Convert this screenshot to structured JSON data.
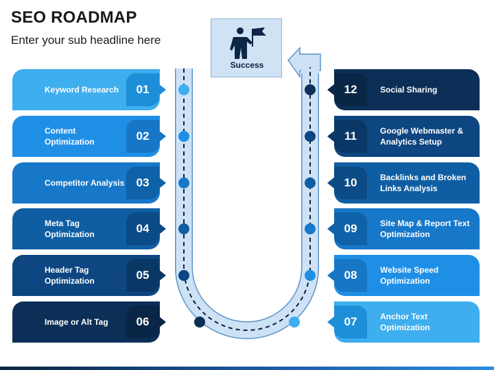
{
  "header": {
    "title": "SEO ROADMAP",
    "subtitle": "Enter your sub headline here"
  },
  "goal": {
    "label": "Success",
    "icon": "businessman-with-flag-icon"
  },
  "left_steps": [
    {
      "number": "01",
      "label": "Keyword Research",
      "color": "#3eaeee",
      "tab_color": "#1d8fd9"
    },
    {
      "number": "02",
      "label": "Content Optimization",
      "color": "#1f8fe6",
      "tab_color": "#1776c6"
    },
    {
      "number": "03",
      "label": "Competitor Analysis",
      "color": "#1778c9",
      "tab_color": "#0f62a8"
    },
    {
      "number": "04",
      "label": "Meta Tag Optimization",
      "color": "#0f5ea3",
      "tab_color": "#0b4b86"
    },
    {
      "number": "05",
      "label": "Header Tag Optimization",
      "color": "#0d4680",
      "tab_color": "#0a3866"
    },
    {
      "number": "06",
      "label": "Image or Alt Tag",
      "color": "#0c2f57",
      "tab_color": "#0a2646"
    }
  ],
  "right_steps": [
    {
      "number": "12",
      "label": "Social Sharing",
      "color": "#0c2f57",
      "tab_color": "#0a2646"
    },
    {
      "number": "11",
      "label": "Google Webmaster & Analytics Setup",
      "color": "#0d4680",
      "tab_color": "#0a3866"
    },
    {
      "number": "10",
      "label": "Backlinks and Broken Links Analysis",
      "color": "#0f5ea3",
      "tab_color": "#0b4b86"
    },
    {
      "number": "09",
      "label": "Site Map & Report Text Optimization",
      "color": "#1778c9",
      "tab_color": "#0f62a8"
    },
    {
      "number": "08",
      "label": "Website Speed Optimization",
      "color": "#1f8fe6",
      "tab_color": "#1776c6"
    },
    {
      "number": "07",
      "label": "Anchor Text Optimization",
      "color": "#3eaeee",
      "tab_color": "#1d8fd9"
    }
  ]
}
